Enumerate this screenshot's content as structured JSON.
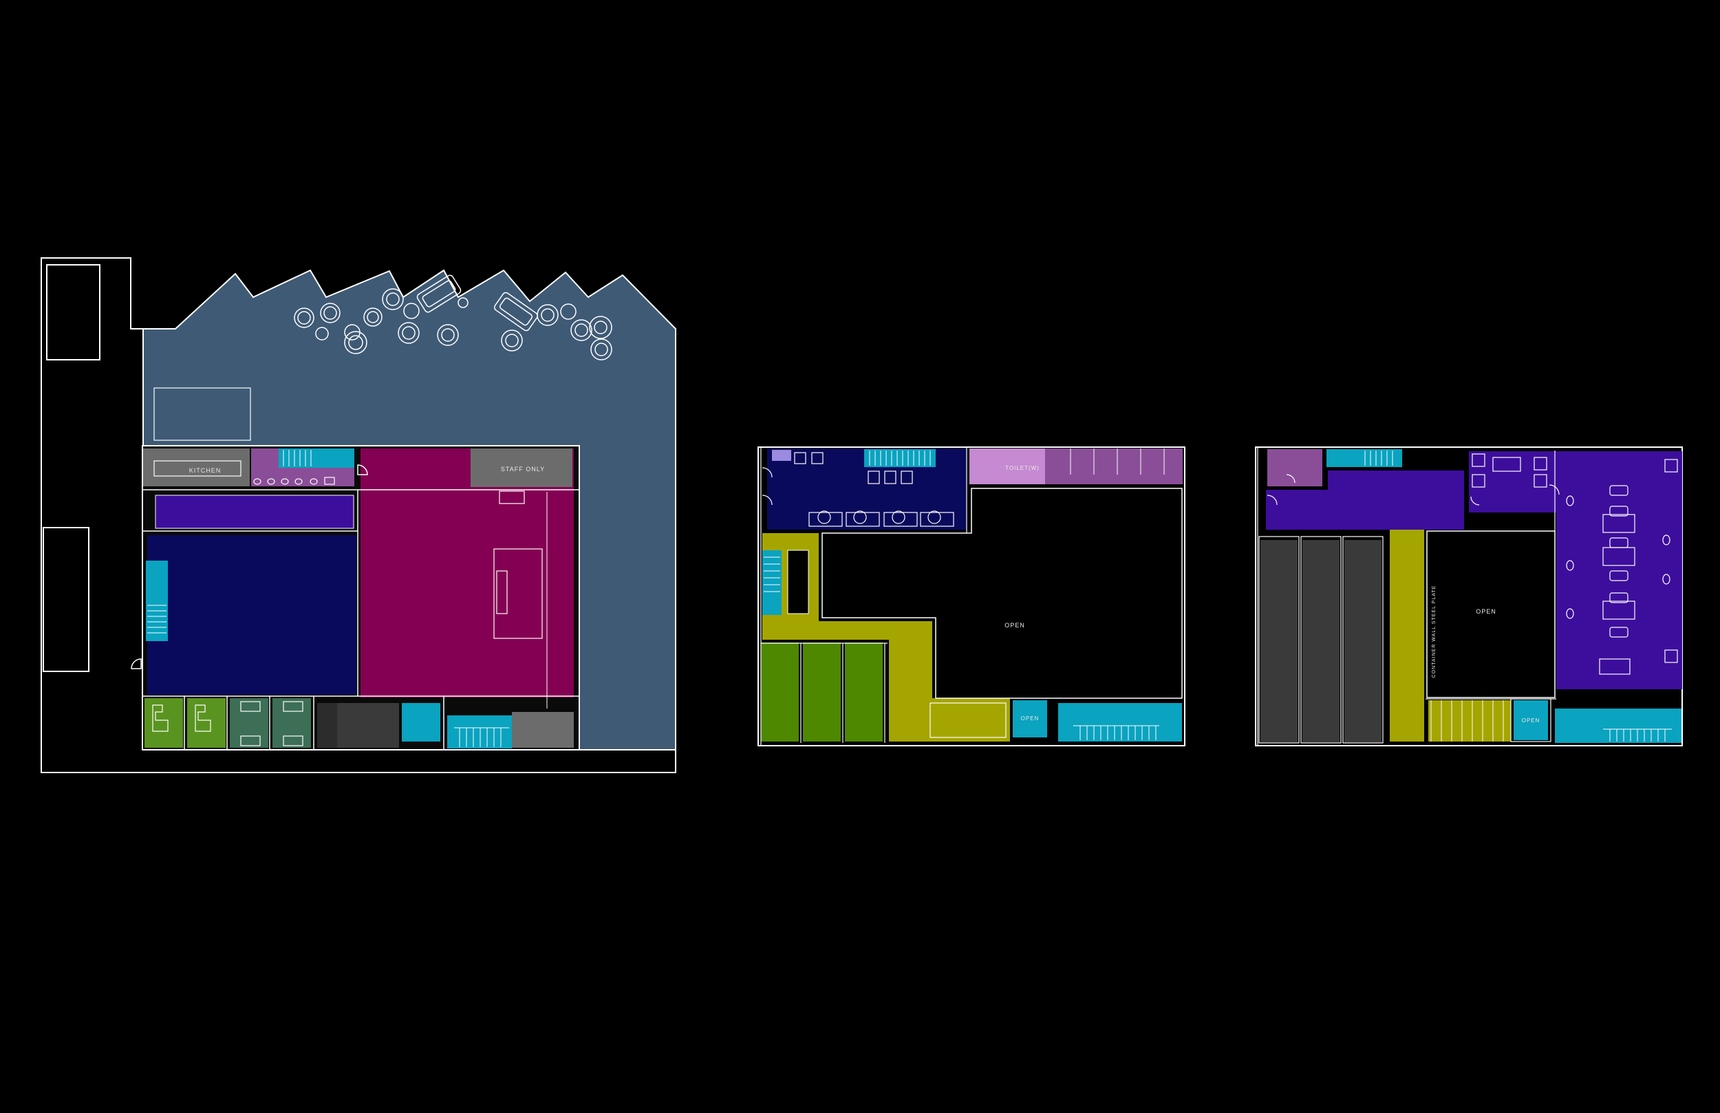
{
  "colors": {
    "background": "#000000",
    "outdoor": "#3f5a75",
    "magenta": "#840052",
    "navy": "#0a0a5c",
    "purple": "#3d0e9c",
    "lavender": "#8a4e98",
    "pink": "#c58ad1",
    "cyan": "#0aa3c0",
    "olive": "#a5a500",
    "green": "#4e8800",
    "lime": "#5a9420",
    "teal": "#3d6e56",
    "darkgrey": "#3a3a3a",
    "grey": "#6c6c6c",
    "lines": "#ffffff"
  },
  "labels": {
    "kitchen": "KITCHEN",
    "staff_only": "STAFF ONLY",
    "toilet_w": "TOILET(W)",
    "open": "OPEN",
    "container_wall": "CONTAINER WALL STEEL PLATE"
  },
  "plans": [
    {
      "name": "plan-ground-floor"
    },
    {
      "name": "plan-second-floor"
    },
    {
      "name": "plan-third-floor"
    }
  ]
}
